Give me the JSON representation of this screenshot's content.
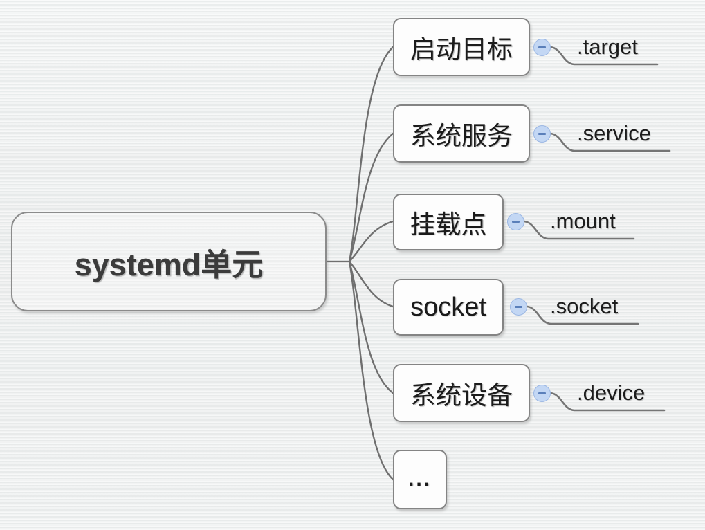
{
  "diagram": {
    "type": "mind-map",
    "root": {
      "label": "systemd单元"
    },
    "branches": [
      {
        "label": "启动目标",
        "suffix": ".target",
        "toggle_icon": "collapse-minus-icon",
        "toggle_state": "expanded"
      },
      {
        "label": "系统服务",
        "suffix": ".service",
        "toggle_icon": "collapse-minus-icon",
        "toggle_state": "expanded"
      },
      {
        "label": "挂载点",
        "suffix": ".mount",
        "toggle_icon": "collapse-minus-icon",
        "toggle_state": "expanded"
      },
      {
        "label": "socket",
        "suffix": ".socket",
        "toggle_icon": "collapse-minus-icon",
        "toggle_state": "expanded"
      },
      {
        "label": "系统设备",
        "suffix": ".device",
        "toggle_icon": "collapse-minus-icon",
        "toggle_state": "expanded"
      },
      {
        "label": "...",
        "suffix": "",
        "toggle_icon": "",
        "toggle_state": ""
      }
    ],
    "colors": {
      "background": "#edefef",
      "node_border": "#848484",
      "node_fill": "#fdfdfd",
      "root_border": "#8b8b8b",
      "connector": "#6f6f6f",
      "toggle_fill": "#c3d7f4",
      "toggle_stroke": "#9ab6e3",
      "toggle_glyph": "#5a7fba",
      "text": "#1b1b1b",
      "root_text": "#3b3b3b"
    }
  }
}
